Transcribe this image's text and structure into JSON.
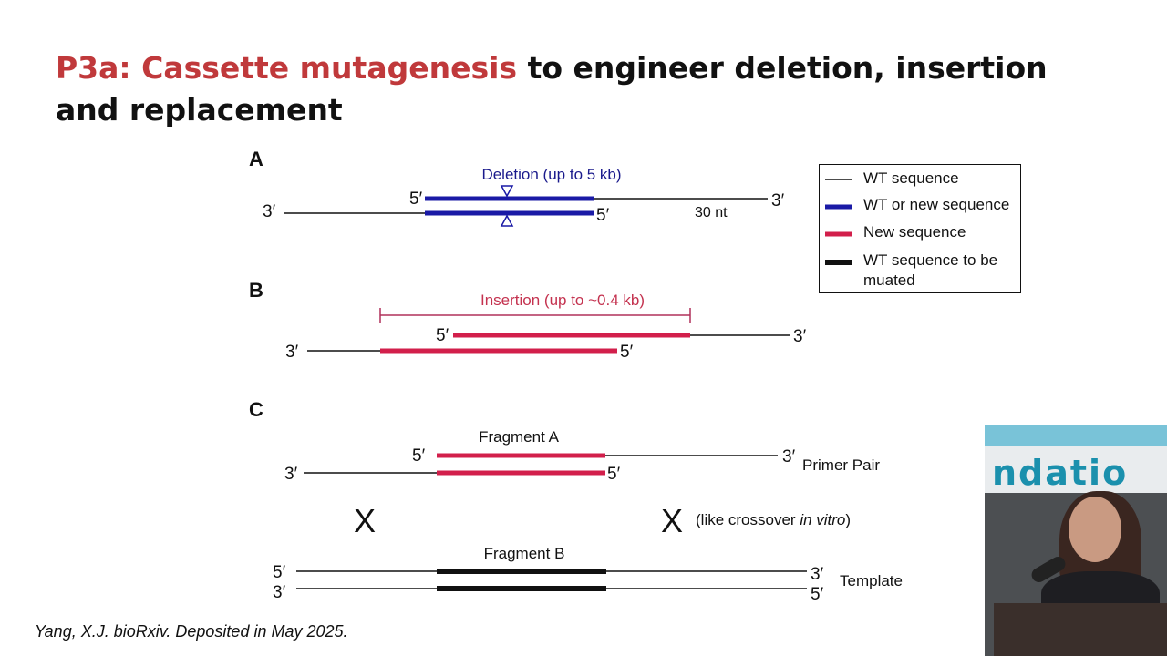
{
  "slide": {
    "title_highlight": "P3a: Cassette mutagenesis",
    "title_rest": " to engineer deletion, insertion and replacement",
    "citation": "Yang, X.J. bioRxiv. Deposited in May 2025."
  },
  "colors": {
    "highlight": "#c0393b",
    "blue": "#1a1aa6",
    "red": "#d21f4b",
    "black": "#111111",
    "deletion_label": "#1a1a8c",
    "insertion_label": "#c4324f"
  },
  "panels": {
    "a": {
      "letter": "A",
      "label": "Deletion (up to 5 kb)",
      "top_left": "5′",
      "top_right": "3′",
      "bottom_left": "3′",
      "bottom_right": "5′",
      "length_label": "30 nt"
    },
    "b": {
      "letter": "B",
      "label": "Insertion (up to ~0.4 kb)",
      "top_left": "5′",
      "top_right": "3′",
      "bottom_left": "3′",
      "bottom_right": "5′"
    },
    "c": {
      "letter": "C",
      "fragment_a": "Fragment A",
      "fragment_b": "Fragment B",
      "primer_top_left": "5′",
      "primer_top_right": "3′",
      "primer_bottom_left": "3′",
      "primer_bottom_right": "5′",
      "primer_label": "Primer Pair",
      "cross_left": "X",
      "cross_right": "X",
      "crossover_text": "(like crossover ",
      "crossover_italic": "in vitro",
      "crossover_close": ")",
      "template_top_left": "5′",
      "template_top_right": "3′",
      "template_bottom_left": "3′",
      "template_bottom_right": "5′",
      "template_label": "Template"
    }
  },
  "legend": {
    "items": [
      {
        "label": "WT sequence",
        "swatch": "thin-black"
      },
      {
        "label": "WT or new sequence",
        "swatch": "blue"
      },
      {
        "label": "New sequence",
        "swatch": "red"
      },
      {
        "label": "WT sequence to be muated",
        "swatch": "thick-black"
      }
    ]
  },
  "video": {
    "banner_text": "ndatio"
  }
}
